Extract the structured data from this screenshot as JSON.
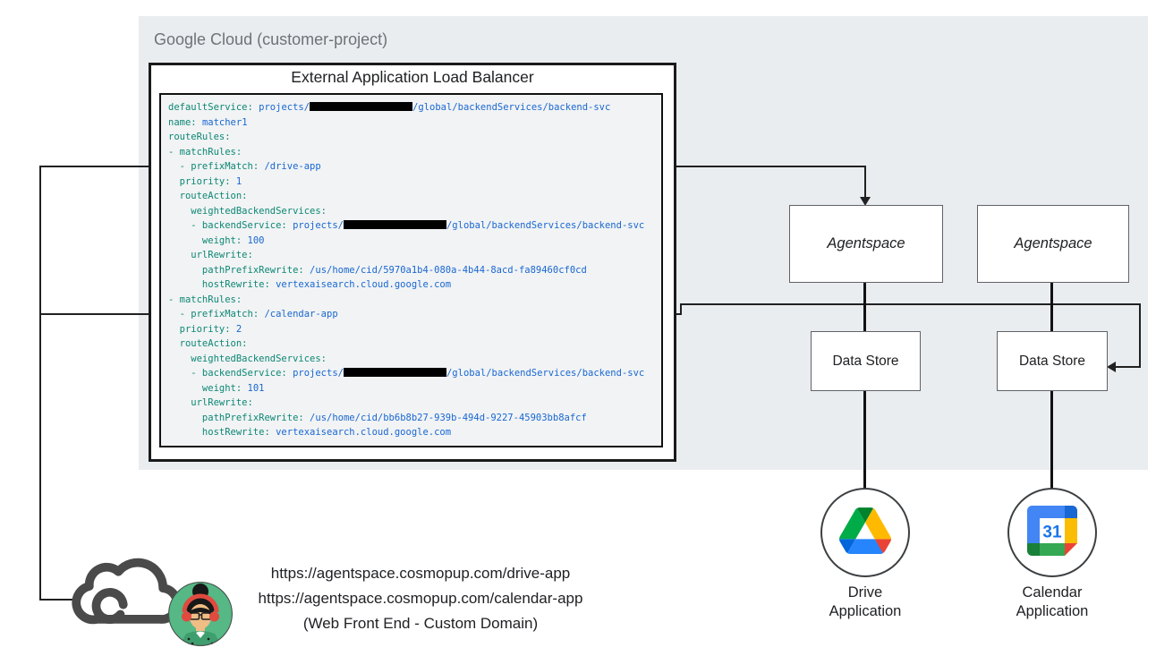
{
  "header": {
    "project_label": "Google Cloud (customer-project)"
  },
  "load_balancer": {
    "title": "External Application Load Balancer",
    "config_lines": [
      [
        [
          "k",
          "defaultService: "
        ],
        [
          "v",
          "projects/"
        ],
        [
          "r",
          ""
        ],
        [
          "v",
          "/global/backendServices/backend-svc"
        ]
      ],
      [
        [
          "k",
          "name: "
        ],
        [
          "v",
          "matcher1"
        ]
      ],
      [
        [
          "k",
          "routeRules:"
        ]
      ],
      [
        [
          "k",
          "- matchRules:"
        ]
      ],
      [
        [
          "k",
          "  - prefixMatch: "
        ],
        [
          "v",
          "/drive-app"
        ]
      ],
      [
        [
          "k",
          "  priority: "
        ],
        [
          "v",
          "1"
        ]
      ],
      [
        [
          "k",
          "  routeAction:"
        ]
      ],
      [
        [
          "k",
          "    weightedBackendServices:"
        ]
      ],
      [
        [
          "k",
          "    - backendService: "
        ],
        [
          "v",
          "projects/"
        ],
        [
          "r",
          ""
        ],
        [
          "v",
          "/global/backendServices/backend-svc"
        ]
      ],
      [
        [
          "k",
          "      weight: "
        ],
        [
          "v",
          "100"
        ]
      ],
      [
        [
          "k",
          "    urlRewrite:"
        ]
      ],
      [
        [
          "k",
          "      pathPrefixRewrite: "
        ],
        [
          "v",
          "/us/home/cid/5970a1b4-080a-4b44-8acd-fa89460cf0cd"
        ]
      ],
      [
        [
          "k",
          "      hostRewrite: "
        ],
        [
          "v",
          "vertexaisearch.cloud.google.com"
        ]
      ],
      [
        [
          "k",
          "- matchRules:"
        ]
      ],
      [
        [
          "k",
          "  - prefixMatch: "
        ],
        [
          "v",
          "/calendar-app"
        ]
      ],
      [
        [
          "k",
          "  priority: "
        ],
        [
          "v",
          "2"
        ]
      ],
      [
        [
          "k",
          "  routeAction:"
        ]
      ],
      [
        [
          "k",
          "    weightedBackendServices:"
        ]
      ],
      [
        [
          "k",
          "    - backendService: "
        ],
        [
          "v",
          "projects/"
        ],
        [
          "r",
          ""
        ],
        [
          "v",
          "/global/backendServices/backend-svc"
        ]
      ],
      [
        [
          "k",
          "      weight: "
        ],
        [
          "v",
          "101"
        ]
      ],
      [
        [
          "k",
          "    urlRewrite:"
        ]
      ],
      [
        [
          "k",
          "      pathPrefixRewrite: "
        ],
        [
          "v",
          "/us/home/cid/bb6b8b27-939b-494d-9227-45903bb8afcf"
        ]
      ],
      [
        [
          "k",
          "      hostRewrite: "
        ],
        [
          "v",
          "vertexaisearch.cloud.google.com"
        ]
      ]
    ]
  },
  "boxes": {
    "agentspace_left": "Agentspace",
    "agentspace_right": "Agentspace",
    "datastore_left": "Data Store",
    "datastore_right": "Data Store"
  },
  "apps": {
    "drive": {
      "icon": "google-drive-icon",
      "label_line1": "Drive",
      "label_line2": "Application"
    },
    "calendar": {
      "icon": "google-calendar-icon",
      "label_line1": "Calendar",
      "label_line2": "Application",
      "day": "31"
    }
  },
  "frontend": {
    "icons": [
      "cloud-icon",
      "user-avatar"
    ],
    "url_drive": "https://agentspace.cosmopup.com/drive-app",
    "url_calendar": "https://agentspace.cosmopup.com/calendar-app",
    "caption": "(Web Front End - Custom Domain)"
  },
  "colors": {
    "panel_bg": "#eaedf0",
    "code_bg": "#f1f3f4",
    "code_key": "#0d8775",
    "code_value": "#1967d2",
    "drive_blue": "#2684fc",
    "drive_dark_blue": "#0066da",
    "drive_green": "#00ac47",
    "drive_dark_green": "#00832d",
    "drive_yellow": "#ffba00",
    "drive_red": "#ea4335",
    "calendar_blue": "#4285f4",
    "calendar_dark_blue": "#1967d2",
    "calendar_yellow": "#fbbc04",
    "calendar_green": "#34a853",
    "calendar_dark_green": "#188038",
    "calendar_red": "#ea4335",
    "avatar_bg": "#55b885",
    "headphones_red": "#e04a3f"
  }
}
